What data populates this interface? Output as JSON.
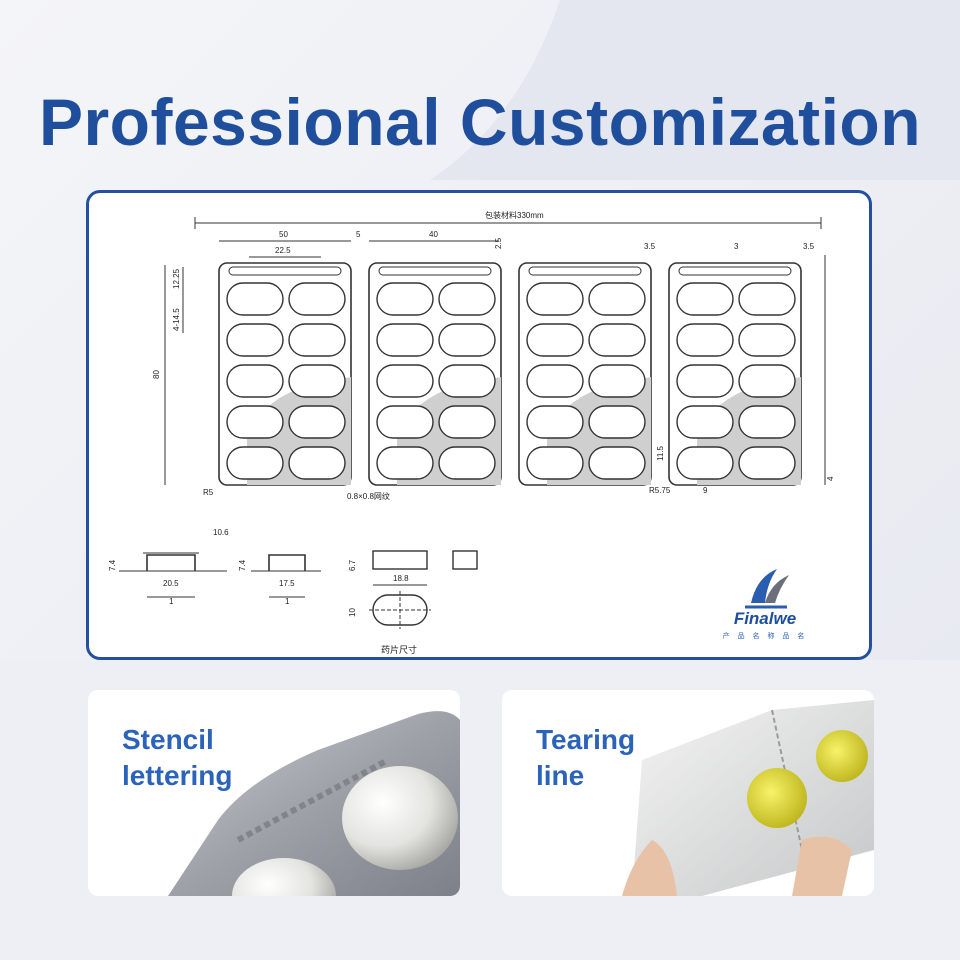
{
  "title": "Professional Customization",
  "drawing": {
    "header_label": "包装材料330mm",
    "dims": {
      "d50": "50",
      "d22_5": "22.5",
      "d5": "5",
      "d40": "40",
      "d2_5": "2.5",
      "d3_5a": "3.5",
      "d3": "3",
      "d3_5b": "3.5",
      "d12_25": "12.25",
      "d4_14_5": "4-14.5",
      "d80": "80",
      "dR5": "R5",
      "d0_8": "0.8×0.8网纹",
      "d11_5": "11.5",
      "d25_75": "R5.75",
      "d9": "9",
      "d4": "4",
      "d10_6": "10.6",
      "d7_4a": "7.4",
      "d20_5": "20.5",
      "d7_4b": "7.4",
      "d17_5": "17.5",
      "d6_7": "6.7",
      "d18_8": "18.8",
      "d10": "10",
      "d1a": "1",
      "d1b": "1",
      "tablet_label": "药片尺寸"
    }
  },
  "logo": {
    "name": "Finalwe",
    "sub": "产 品 名 称 品 名"
  },
  "cards": [
    {
      "caption_line1": "Stencil",
      "caption_line2": "lettering"
    },
    {
      "caption_line1": "Tearing",
      "caption_line2": "line"
    }
  ],
  "colors": {
    "brand": "#1f4f9c",
    "caption": "#2b63b8",
    "background": "#eeeff4"
  }
}
